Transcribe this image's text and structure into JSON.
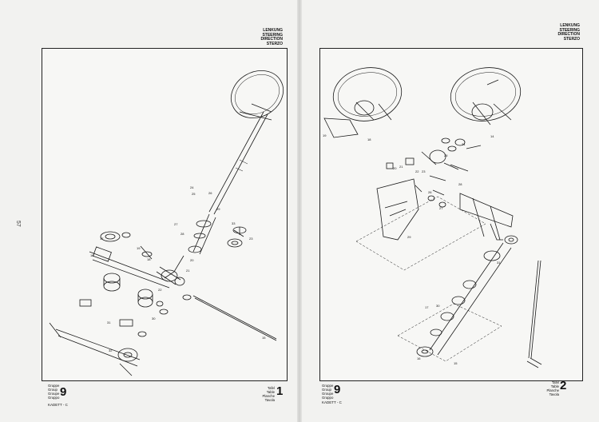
{
  "margin_page_number": "57",
  "pages": [
    {
      "heading": [
        "LENKUNG",
        "STEERING",
        "DIRECTION",
        "STERZO"
      ],
      "footer_group_labels": [
        "Gruppe",
        "Group",
        "Groupe",
        "Gruppo"
      ],
      "group_number": "9",
      "model": "KADETT - C",
      "footer_table_labels": [
        "Tafel",
        "Table",
        "Planche",
        "Tavola"
      ],
      "table_number": "1",
      "callouts": [
        "15",
        "16",
        "17",
        "18",
        "19",
        "20",
        "21",
        "22",
        "23",
        "24",
        "25",
        "26",
        "27",
        "28",
        "29",
        "30",
        "31",
        "32",
        "33"
      ]
    },
    {
      "heading": [
        "LENKUNG",
        "STEERING",
        "DIRECTION",
        "STERZO"
      ],
      "footer_group_labels": [
        "Gruppe",
        "Group",
        "Groupe",
        "Gruppo"
      ],
      "group_number": "9",
      "model": "KADETT - C",
      "footer_table_labels": [
        "Tafel",
        "Table",
        "Planche",
        "Tavola"
      ],
      "table_number": "2",
      "callouts": [
        "14",
        "15",
        "16",
        "17",
        "18",
        "19",
        "20",
        "21",
        "22",
        "23",
        "24",
        "25",
        "26",
        "27",
        "28",
        "29",
        "30",
        "31"
      ]
    }
  ]
}
